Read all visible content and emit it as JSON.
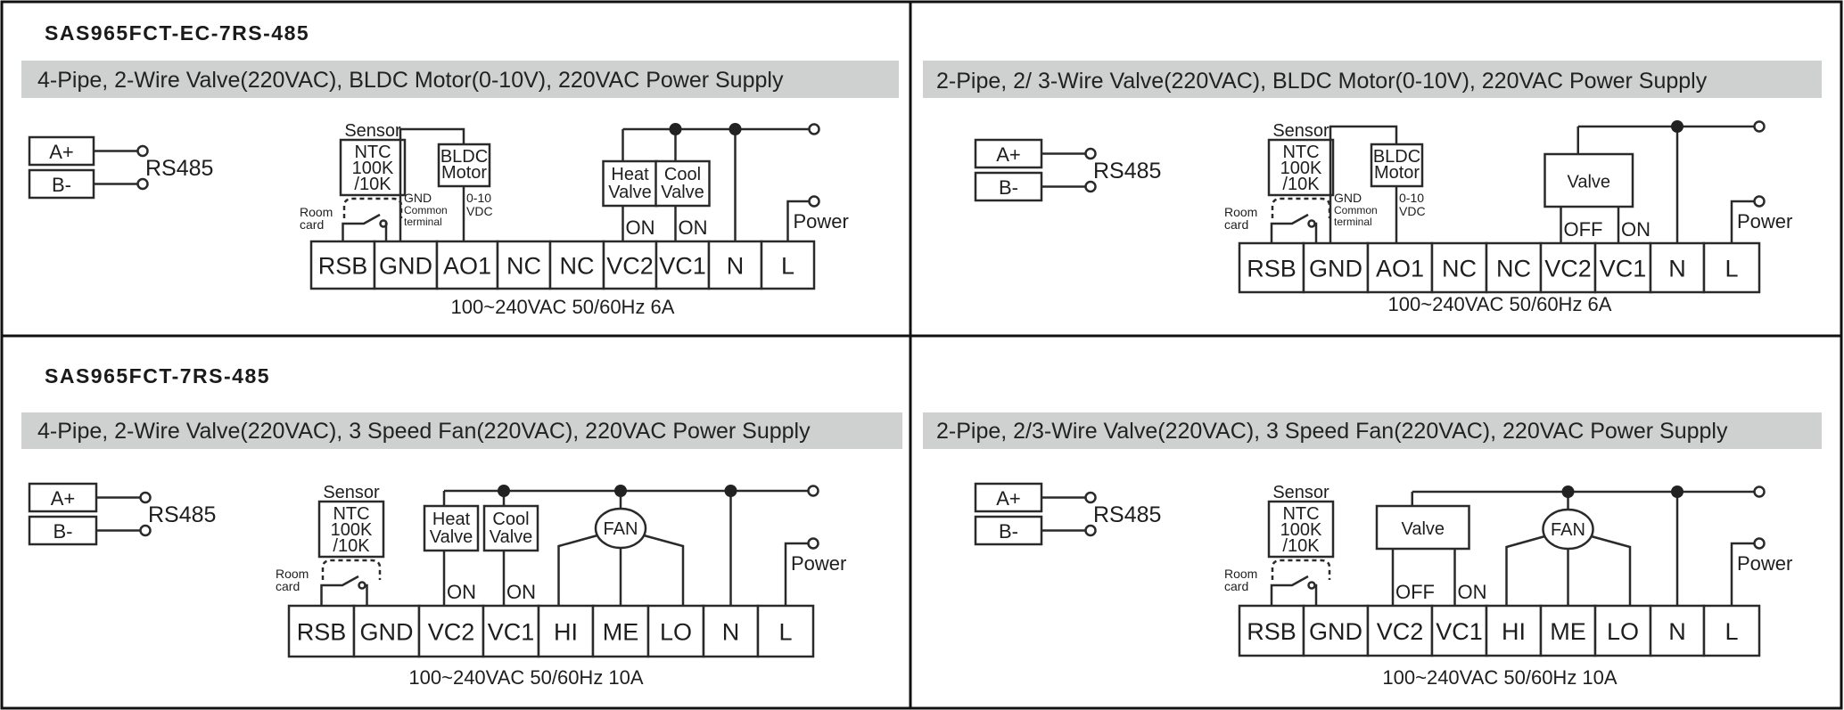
{
  "panels": [
    {
      "id": "top-left",
      "model_title": "SAS965FCT-EC-7RS-485",
      "band_text": "4-Pipe, 2-Wire Valve(220VAC), BLDC Motor(0-10V), 220VAC Power Supply",
      "rs485": {
        "a_label": "A+",
        "b_label": "B-",
        "bus_label": "RS485"
      },
      "terminals": [
        "RSB",
        "GND",
        "AO1",
        "NC",
        "NC",
        "VC2",
        "VC1",
        "N",
        "L"
      ],
      "sensor": {
        "title": "Sensor",
        "lines": [
          "NTC",
          "100K",
          "/10K"
        ],
        "room_card": [
          "Room",
          "card"
        ]
      },
      "motor": {
        "lines": [
          "BLDC",
          "Motor"
        ],
        "gnd_note": [
          "GND",
          "Common",
          "terminal"
        ],
        "signal_note": [
          "0-10",
          "VDC"
        ]
      },
      "valves": [
        {
          "lines": [
            "Heat",
            "Valve"
          ],
          "state": "ON"
        },
        {
          "lines": [
            "Cool",
            "Valve"
          ],
          "state": "ON"
        }
      ],
      "power_label": "Power",
      "rating": "100~240VAC 50/60Hz 6A"
    },
    {
      "id": "top-right",
      "model_title": "",
      "band_text": "2-Pipe, 2/ 3-Wire Valve(220VAC), BLDC Motor(0-10V), 220VAC Power Supply",
      "rs485": {
        "a_label": "A+",
        "b_label": "B-",
        "bus_label": "RS485"
      },
      "terminals": [
        "RSB",
        "GND",
        "AO1",
        "NC",
        "NC",
        "VC2",
        "VC1",
        "N",
        "L"
      ],
      "sensor": {
        "title": "Sensor",
        "lines": [
          "NTC",
          "100K",
          "/10K"
        ],
        "room_card": [
          "Room",
          "card"
        ]
      },
      "motor": {
        "lines": [
          "BLDC",
          "Motor"
        ],
        "gnd_note": [
          "GND",
          "Common",
          "terminal"
        ],
        "signal_note": [
          "0-10",
          "VDC"
        ]
      },
      "valve": {
        "label": "Valve",
        "off_label": "OFF",
        "on_label": "ON"
      },
      "power_label": "Power",
      "rating": "100~240VAC 50/60Hz 6A"
    },
    {
      "id": "bottom-left",
      "model_title": "SAS965FCT-7RS-485",
      "band_text": "4-Pipe, 2-Wire Valve(220VAC), 3 Speed Fan(220VAC), 220VAC Power Supply",
      "rs485": {
        "a_label": "A+",
        "b_label": "B-",
        "bus_label": "RS485"
      },
      "terminals": [
        "RSB",
        "GND",
        "VC2",
        "VC1",
        "HI",
        "ME",
        "LO",
        "N",
        "L"
      ],
      "sensor": {
        "title": "Sensor",
        "lines": [
          "NTC",
          "100K",
          "/10K"
        ],
        "room_card": [
          "Room",
          "card"
        ]
      },
      "valves": [
        {
          "lines": [
            "Heat",
            "Valve"
          ],
          "state": "ON"
        },
        {
          "lines": [
            "Cool",
            "Valve"
          ],
          "state": "ON"
        }
      ],
      "fan_label": "FAN",
      "power_label": "Power",
      "rating": "100~240VAC 50/60Hz 10A"
    },
    {
      "id": "bottom-right",
      "model_title": "",
      "band_text": "2-Pipe, 2/3-Wire Valve(220VAC), 3 Speed Fan(220VAC), 220VAC Power Supply",
      "rs485": {
        "a_label": "A+",
        "b_label": "B-",
        "bus_label": "RS485"
      },
      "terminals": [
        "RSB",
        "GND",
        "VC2",
        "VC1",
        "HI",
        "ME",
        "LO",
        "N",
        "L"
      ],
      "sensor": {
        "title": "Sensor",
        "lines": [
          "NTC",
          "100K",
          "/10K"
        ],
        "room_card": [
          "Room",
          "card"
        ]
      },
      "valve": {
        "label": "Valve",
        "off_label": "OFF",
        "on_label": "ON"
      },
      "fan_label": "FAN",
      "power_label": "Power",
      "rating": "100~240VAC 50/60Hz 10A"
    }
  ]
}
